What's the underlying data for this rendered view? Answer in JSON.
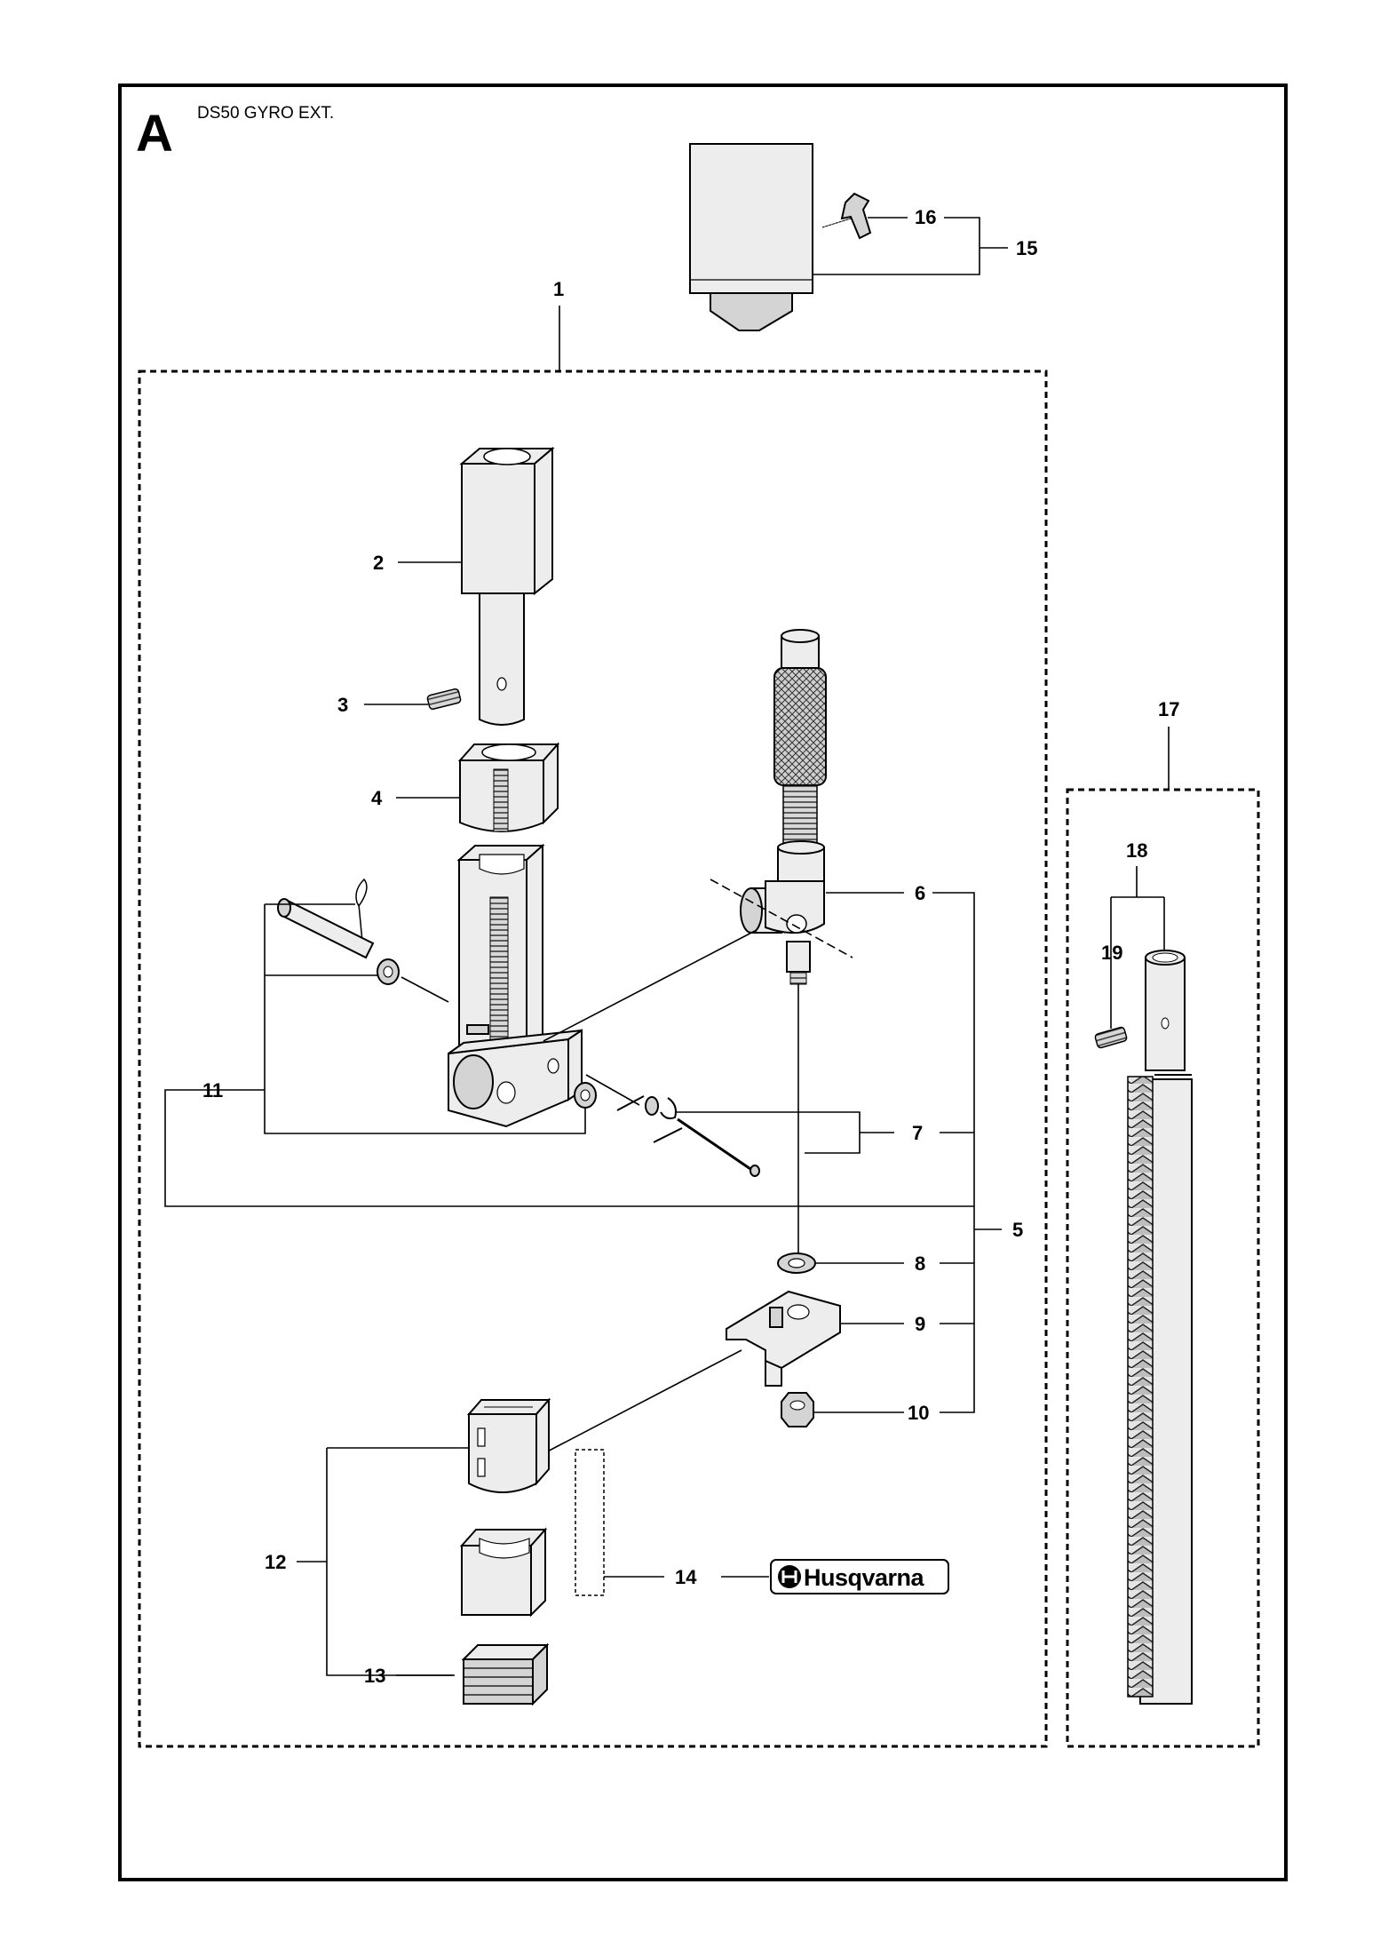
{
  "header": {
    "section_letter": "A",
    "title": "DS50 GYRO EXT."
  },
  "callouts": {
    "c1": "1",
    "c2": "2",
    "c3": "3",
    "c4": "4",
    "c5": "5",
    "c6": "6",
    "c7": "7",
    "c8": "8",
    "c9": "9",
    "c10": "10",
    "c11": "11",
    "c12": "12",
    "c13": "13",
    "c14": "14",
    "c15": "15",
    "c16": "16",
    "c17": "17",
    "c18": "18",
    "c19": "19"
  },
  "brand_label": {
    "text": "Husqvarna",
    "icon": "husqvarna-crown-logo-icon"
  }
}
